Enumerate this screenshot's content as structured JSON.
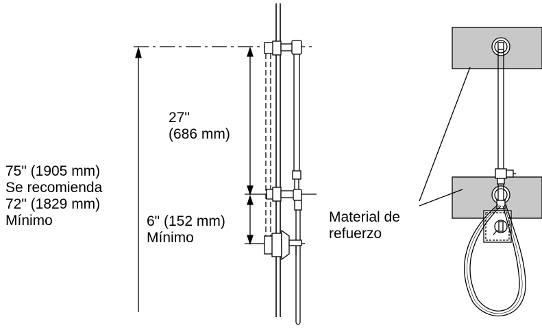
{
  "labels": {
    "total_height": "75\" (1905 mm)",
    "recommended": "Se recomienda",
    "total_min": "72\" (1829 mm)",
    "total_min_word": "Mínimo",
    "upper_in": "27\"",
    "upper_mm": "(686 mm)",
    "lower": "6\" (152 mm)",
    "lower_min_word": "Mínimo",
    "reinforcement_1": "Material de",
    "reinforcement_2": "refuerzo"
  },
  "colors": {
    "line": "#000000",
    "blocking_fill": "#c8c8c8",
    "background": "#ffffff"
  }
}
